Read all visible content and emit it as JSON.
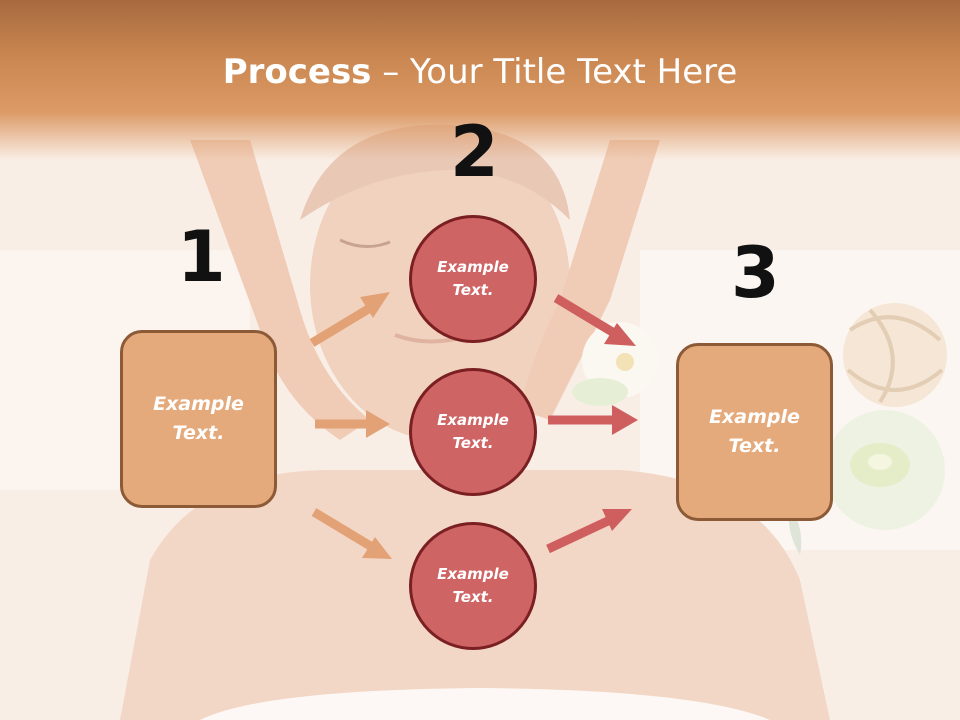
{
  "title": {
    "bold": "Process",
    "rest": " – Your Title Text Here"
  },
  "steps": [
    {
      "number": "1",
      "box_text_line1": "Example",
      "box_text_line2": "Text."
    },
    {
      "number": "2"
    },
    {
      "number": "3",
      "box_text_line1": "Example",
      "box_text_line2": "Text."
    }
  ],
  "circles": [
    {
      "line1": "Example",
      "line2": "Text."
    },
    {
      "line1": "Example",
      "line2": "Text."
    },
    {
      "line1": "Example",
      "line2": "Text."
    }
  ],
  "colors": {
    "title_band": "#c98650",
    "box_fill": "#e5aa7b",
    "box_border": "#8c5a37",
    "circle_fill": "#cf6464",
    "circle_border": "#7a1f22",
    "arrow_left": "#e2a276",
    "arrow_right": "#cf5f5f"
  }
}
